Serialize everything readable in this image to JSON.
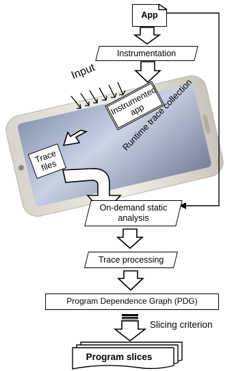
{
  "nodes": {
    "app": "App",
    "instrumentation": "Instrumentation",
    "input": "Input",
    "instrumented_app": "Instrumented app",
    "runtime_collection": "Runtime trace collection",
    "trace_files": "Trace files",
    "on_demand": "On-demand static analysis",
    "trace_processing": "Trace processing",
    "pdg": "Program Dependence Graph (PDG)",
    "slicing_criterion": "Slicing criterion",
    "program_slices": "Program slices"
  }
}
